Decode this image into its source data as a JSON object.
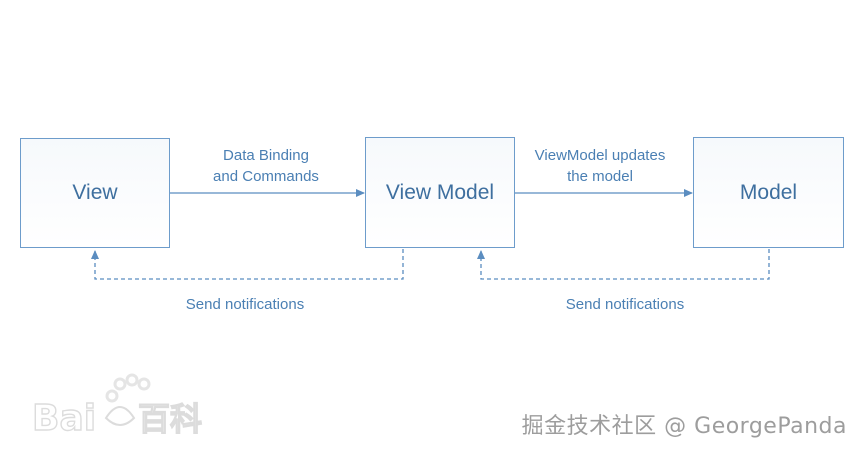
{
  "diagram": {
    "nodes": {
      "view": "View",
      "view_model": "View Model",
      "model": "Model"
    },
    "edges": {
      "view_to_vm": "Data Binding\nand Commands",
      "vm_to_model": "ViewModel updates\nthe model",
      "vm_to_view": "Send notifications",
      "model_to_vm": "Send notifications"
    }
  },
  "watermark": {
    "baidu_logo": "Bai 百科",
    "credit": "掘金技术社区 @ GeorgePanda"
  },
  "colors": {
    "box_border": "#6d9ccb",
    "node_text": "#3e6f9f",
    "label_text": "#4a7fb3",
    "arrow": "#5b8dc0"
  }
}
